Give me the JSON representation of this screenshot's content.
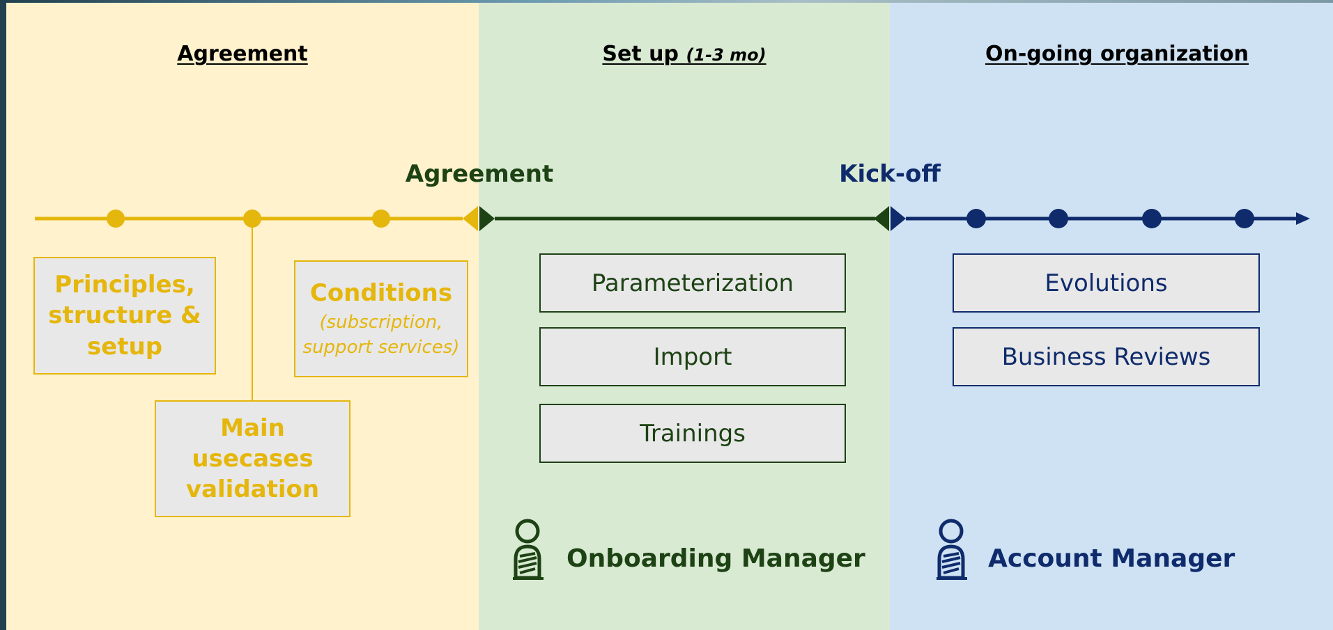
{
  "panels": {
    "agreement": {
      "title": "Agreement"
    },
    "setup": {
      "title": "Set up",
      "subtitle": "(1-3 mo)"
    },
    "ongoing": {
      "title": "On-going organization"
    }
  },
  "milestones": {
    "agreement": "Agreement",
    "kickoff": "Kick-off"
  },
  "agreement_steps": {
    "principles": [
      "Principles,",
      "structure &",
      "setup"
    ],
    "usecases": [
      "Main",
      "usecases",
      "validation"
    ],
    "conditions_title": "Conditions",
    "conditions_note": [
      "(subscription,",
      "support services)"
    ]
  },
  "setup_steps": [
    "Parameterization",
    "Import",
    "Trainings"
  ],
  "ongoing_steps": [
    "Evolutions",
    "Business Reviews"
  ],
  "roles": {
    "onboarding": "Onboarding Manager",
    "account": "Account Manager"
  },
  "colors": {
    "agreement": "#e5b60b",
    "setup": "#1d4214",
    "ongoing": "#0f2b6c"
  },
  "icons": {
    "person": "person-icon",
    "arrow": "arrow-head-icon",
    "diamond": "milestone-diamond-icon"
  }
}
